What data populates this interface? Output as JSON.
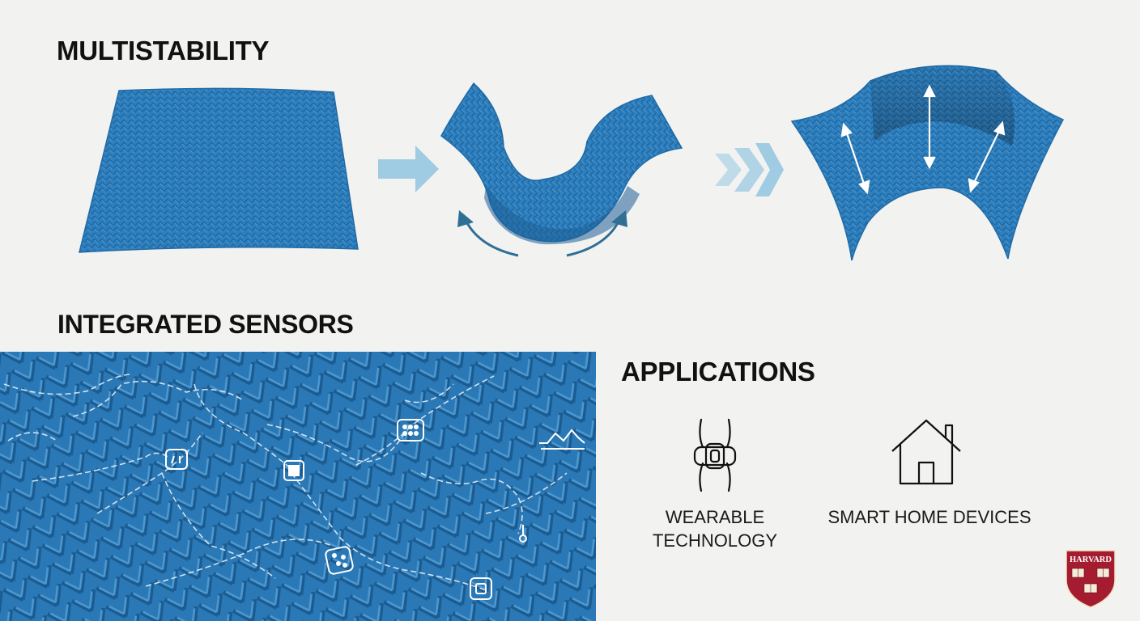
{
  "sections": {
    "multistability": "MULTISTABILITY",
    "sensors": "INTEGRATED SENSORS",
    "applications": "APPLICATIONS"
  },
  "applications": [
    {
      "icon": "wearable-band-icon",
      "label_line1": "WEARABLE",
      "label_line2": "TECHNOLOGY"
    },
    {
      "icon": "house-icon",
      "label": "SMART HOME DEVICES"
    }
  ],
  "logo": {
    "text": "HARVARD"
  },
  "colors": {
    "fabric": "#2e7fbd",
    "fabric_dark": "#1d5f96",
    "arrow_light": "#9fcbe3",
    "curve_arrow": "#2f6f95",
    "background": "#f2f2f1",
    "crimson": "#a51c30"
  }
}
